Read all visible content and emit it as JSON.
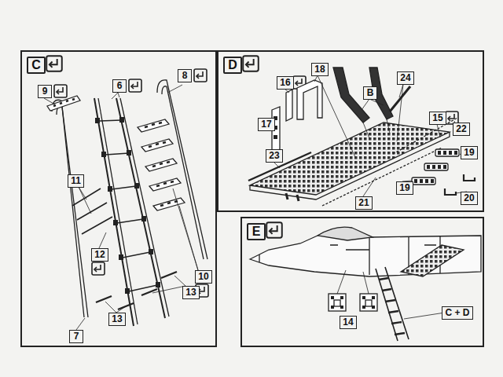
{
  "diagram": {
    "nodes": [
      {
        "text": [
          "C"
        ]
      },
      {
        "text": [
          "9"
        ],
        "in": 0
      },
      {
        "text": [
          "6"
        ],
        "in": 0
      },
      {
        "text": [
          "8"
        ],
        "in": 0
      },
      {
        "text": [
          "11"
        ],
        "in": 0
      },
      {
        "text": [
          "12"
        ],
        "in": 0
      },
      {
        "text": [
          "10"
        ],
        "in": 0
      },
      {
        "text": [
          "13"
        ],
        "in": 0
      },
      {
        "text": [
          "7"
        ],
        "in": 0
      },
      {
        "text": [
          "13"
        ],
        "in": 0
      },
      {
        "text": [
          "D"
        ]
      },
      {
        "text": [
          "18"
        ],
        "in": 10
      },
      {
        "text": [
          "16"
        ],
        "in": 10
      },
      {
        "text": [
          "24"
        ],
        "in": 10
      },
      {
        "text": [
          "B"
        ],
        "in": 10
      },
      {
        "text": [
          "17"
        ],
        "in": 10
      },
      {
        "text": [
          "15"
        ],
        "in": 10
      },
      {
        "text": [
          "22"
        ],
        "in": 10
      },
      {
        "text": [
          "23"
        ],
        "in": 10
      },
      {
        "text": [
          "19"
        ],
        "in": 10
      },
      {
        "text": [
          "19"
        ],
        "in": 10
      },
      {
        "text": [
          "21"
        ],
        "in": 10
      },
      {
        "text": [
          "20"
        ],
        "in": 10
      },
      {
        "text": [
          "E"
        ]
      },
      {
        "text": [
          "14"
        ],
        "in": 23
      },
      {
        "text": [
          "C + D"
        ],
        "in": 23
      }
    ]
  }
}
